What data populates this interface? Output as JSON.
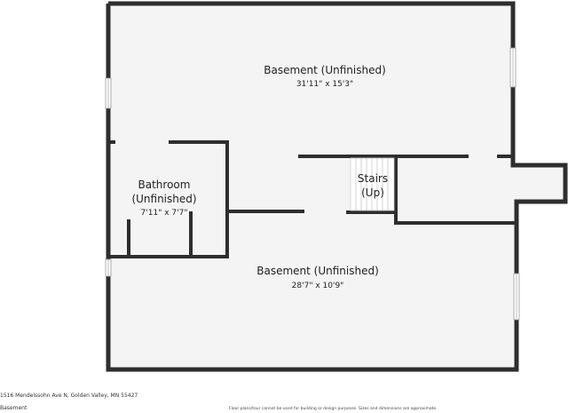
{
  "rooms": {
    "basement_upper": {
      "name": "Basement (Unfinished)",
      "dimensions": "31'11\" x 15'3\""
    },
    "bathroom": {
      "name_line1": "Bathroom",
      "name_line2": "(Unfinished)",
      "dimensions": "7'11\" x 7'7\""
    },
    "stairs": {
      "name_line1": "Stairs",
      "name_line2": "(Up)"
    },
    "basement_lower": {
      "name": "Basement (Unfinished)",
      "dimensions": "28'7\" x 10'9\""
    }
  },
  "footer": {
    "address": "1516 Mendelssohn Ave N, Golden Valley, MN 55427",
    "floor": "Basement",
    "disclaimer": "Floor plans/tour cannot be used for building or design purposes. Sizes and dimensions are approximate."
  },
  "colors": {
    "wall": "#2e2e2e",
    "floor": "#f4f4f4",
    "window": "#cfcfcf"
  }
}
